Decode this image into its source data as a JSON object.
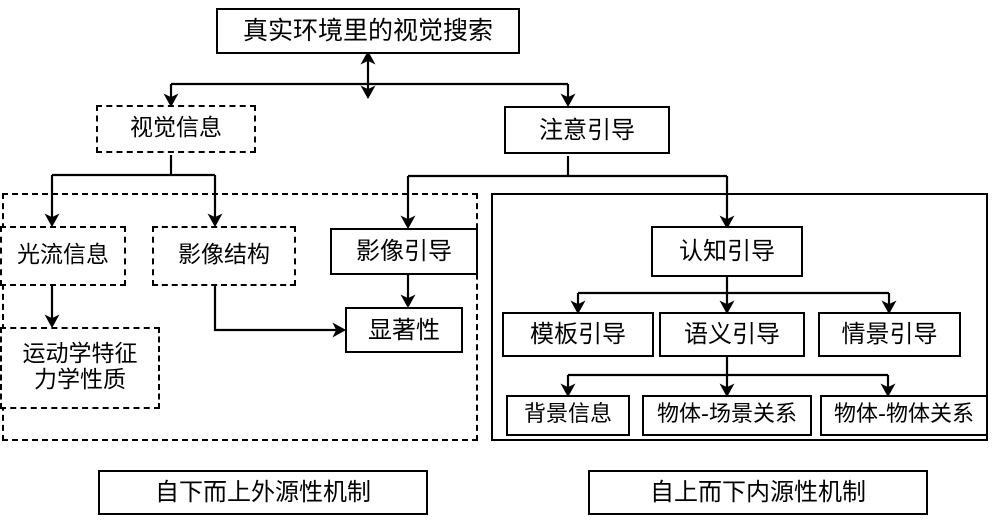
{
  "diagram": {
    "title_node": {
      "label": "真实环境里的视觉搜索"
    },
    "level1": [
      {
        "id": "visual-info",
        "label": "视觉信息"
      },
      {
        "id": "attention-guidance",
        "label": "注意引导"
      }
    ],
    "bottom_up_branch": [
      {
        "id": "optical-flow",
        "label": "光流信息"
      },
      {
        "id": "image-structure",
        "label": "影像结构"
      },
      {
        "id": "kinematics",
        "label": "运动学特征\n力学性质"
      },
      {
        "id": "image-guidance",
        "label": "影像引导"
      },
      {
        "id": "saliency",
        "label": "显著性"
      }
    ],
    "top_down_branch": [
      {
        "id": "cognitive-guidance",
        "label": "认知引导"
      },
      {
        "id": "template-guidance",
        "label": "模板引导"
      },
      {
        "id": "semantic-guidance",
        "label": "语义引导"
      },
      {
        "id": "scene-guidance",
        "label": "情景引导"
      },
      {
        "id": "background-info",
        "label": "背景信息"
      },
      {
        "id": "object-scene-relation",
        "label": "物体-场景关系"
      },
      {
        "id": "object-object-relation",
        "label": "物体-物体关系"
      }
    ],
    "legend": [
      {
        "id": "bottom-up",
        "label": "自下而上外源性机制"
      },
      {
        "id": "top-down",
        "label": "自上而下内源性机制"
      }
    ],
    "colors": {
      "line": "#000000",
      "text": "#000000",
      "background": "#ffffff"
    }
  }
}
